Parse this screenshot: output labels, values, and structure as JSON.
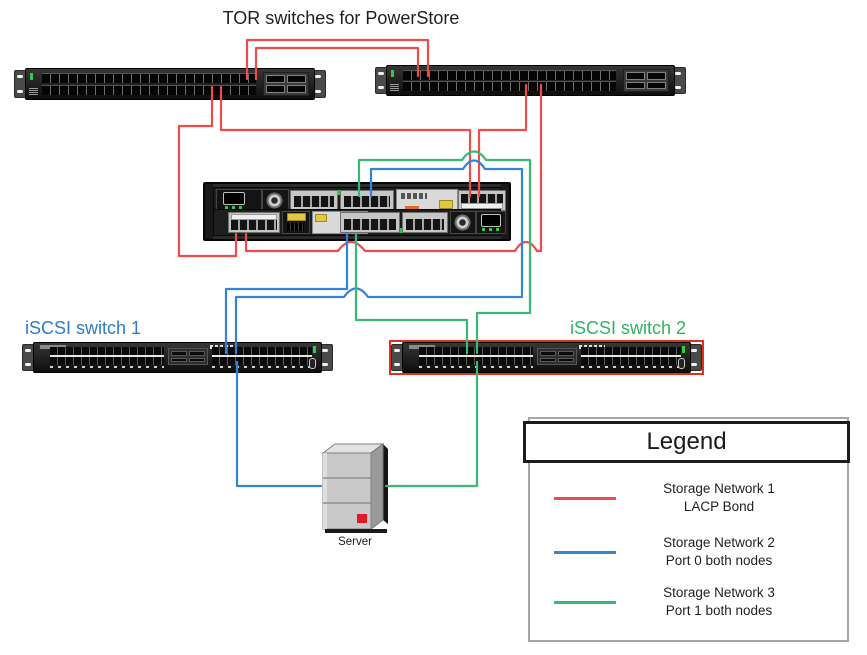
{
  "title": "TOR switches for PowerStore",
  "labels": {
    "iscsi_switch_1": "iSCSI switch 1",
    "iscsi_switch_2": "iSCSI switch 2",
    "server": "Server"
  },
  "colors": {
    "red": "#F04B4B",
    "blue": "#3583D6",
    "green": "#3BB873",
    "iscsi1_label": "#2E7BC8",
    "iscsi2_label": "#2FB45D",
    "highlight_border": "#E0301E"
  },
  "legend": {
    "title": "Legend",
    "items": [
      {
        "line1": "Storage Network 1",
        "line2": "LACP Bond"
      },
      {
        "line1": "Storage Network 2",
        "line2": "Port 0 both nodes"
      },
      {
        "line1": "Storage Network 3",
        "line2": "Port 1 both nodes"
      }
    ]
  }
}
